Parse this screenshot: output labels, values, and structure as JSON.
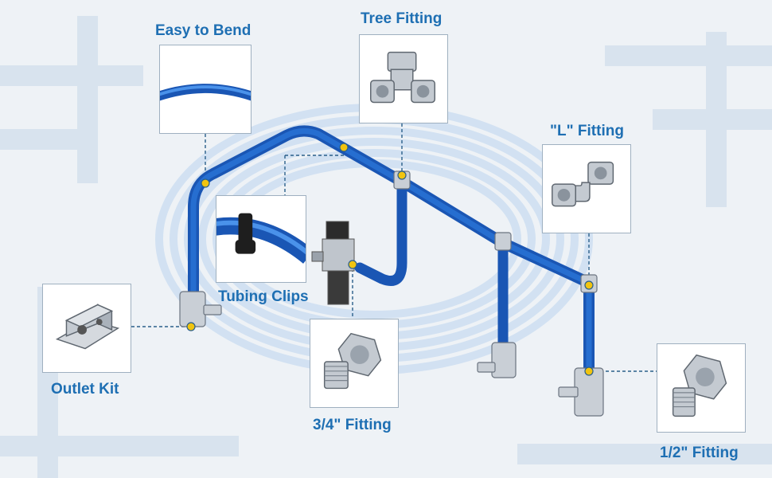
{
  "colors": {
    "label_text": "#1e6fb3",
    "tubing_blue": "#1f63c8",
    "callout_dot": "#f1c40f",
    "leader_line": "#2a5f8a",
    "background": "#eef2f6"
  },
  "callouts": {
    "easy_to_bend": "Easy to Bend",
    "tree_fitting": "Tree Fitting",
    "l_fitting": "\"L\" Fitting",
    "tubing_clips": "Tubing Clips",
    "outlet_kit": "Outlet Kit",
    "three_quarter_fitting": "3/4\" Fitting",
    "half_inch_fitting": "1/2\" Fitting"
  },
  "icons": {
    "tube_bend": "blue-tube-curve-icon",
    "tee": "tee-fitting-icon",
    "elbow": "elbow-fitting-icon",
    "clip": "tubing-clip-icon",
    "outlet": "outlet-block-icon",
    "adapter": "threaded-adapter-icon"
  }
}
